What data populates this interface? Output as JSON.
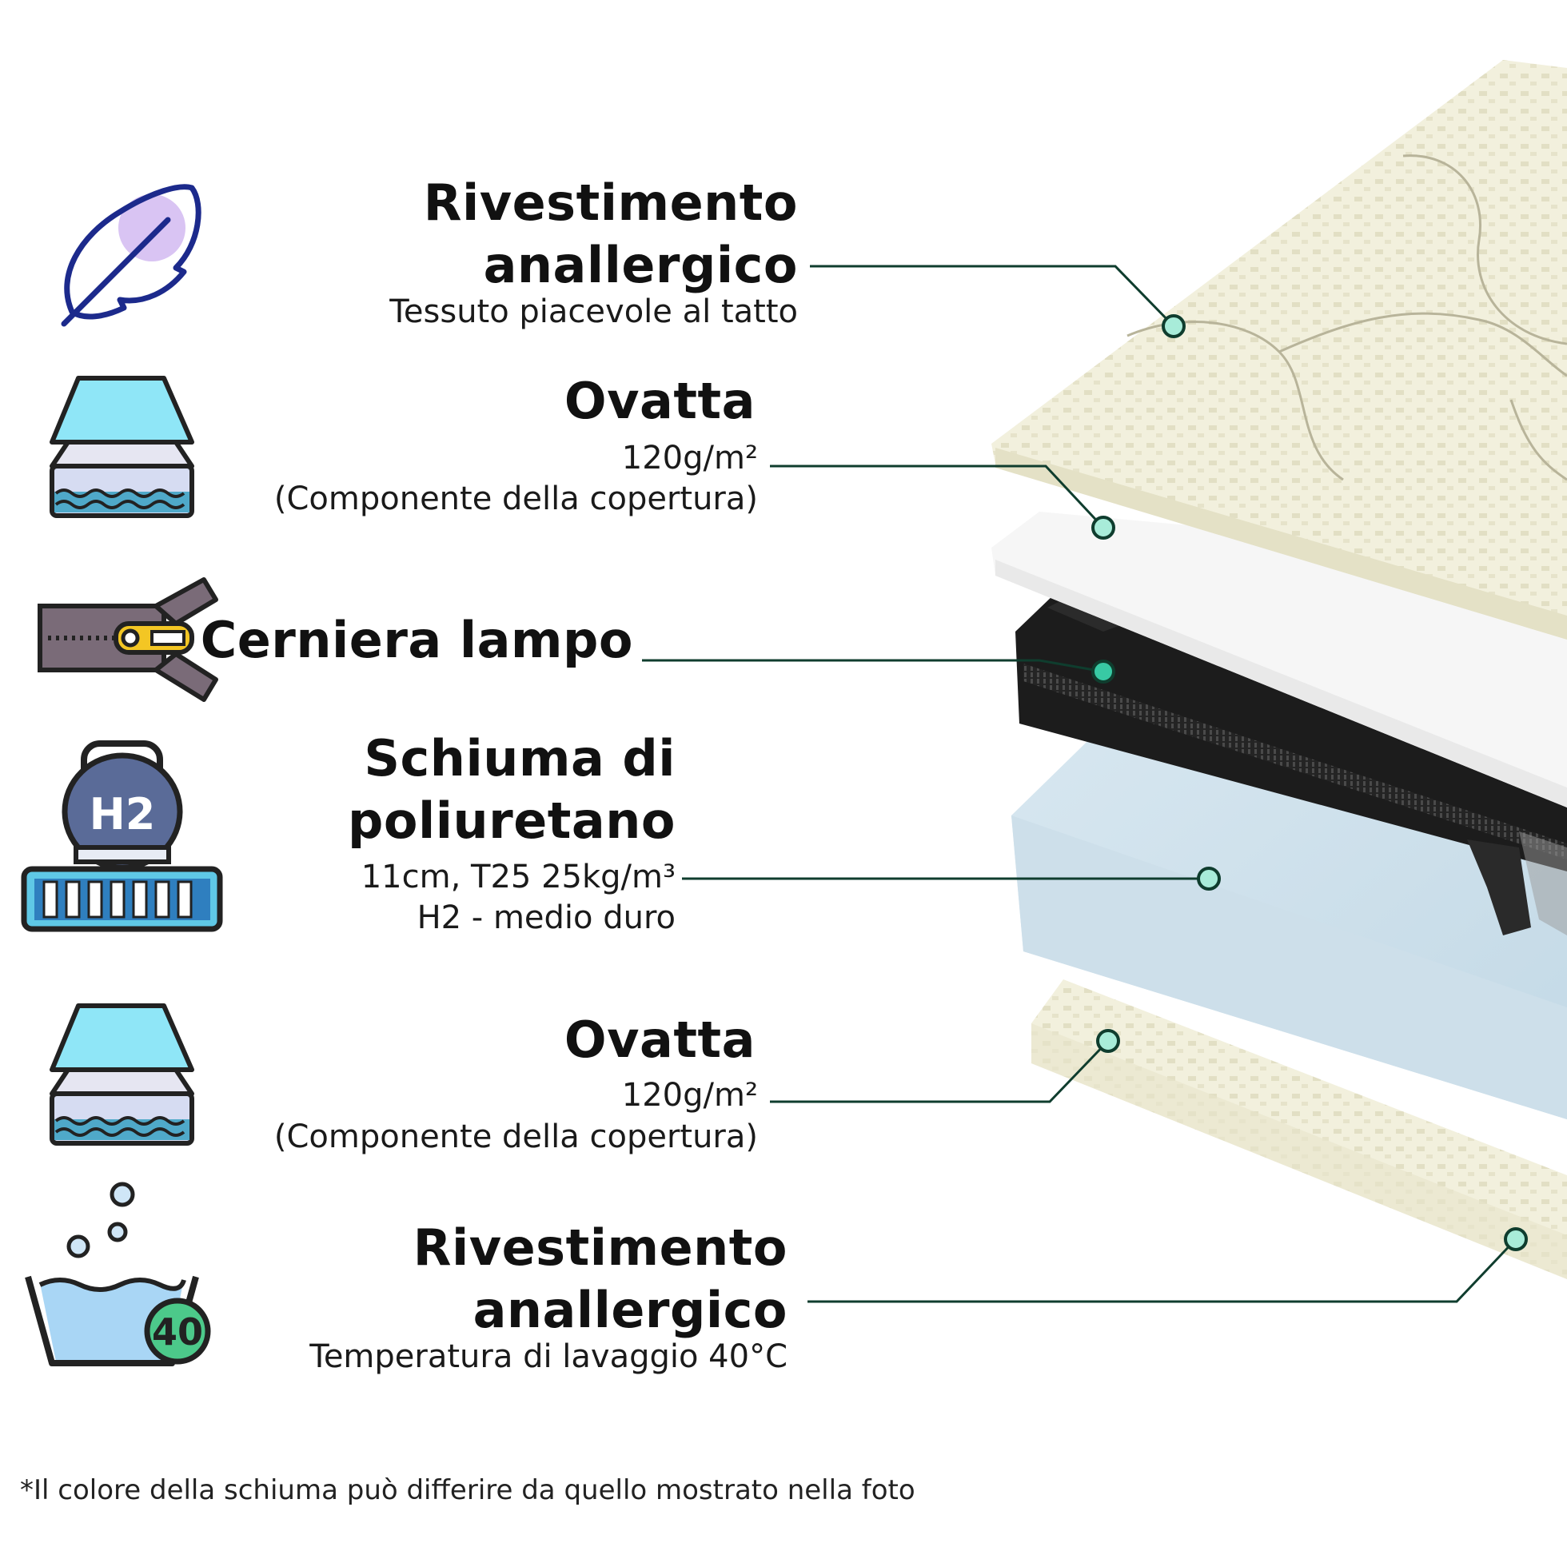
{
  "layers": [
    {
      "title1": "Rivestimento",
      "title2": "anallergico",
      "sub1": "Tessuto piacevole al tatto",
      "icon": "feather-icon"
    },
    {
      "title1": "Ovatta",
      "sub1": "120g/m²",
      "sub2": "(Componente della copertura)",
      "icon": "layers-icon"
    },
    {
      "title1": "Cerniera lampo",
      "icon": "zipper-icon"
    },
    {
      "title1": "Schiuma di",
      "title2": "poliuretano",
      "sub1": "11cm, T25 25kg/m³",
      "sub2": "H2 - medio duro",
      "icon": "kettlebell-icon",
      "badge": "H2"
    },
    {
      "title1": "Ovatta",
      "sub1": "120g/m²",
      "sub2": "(Componente della copertura)",
      "icon": "layers-icon"
    },
    {
      "title1": "Rivestimento",
      "title2": "anallergico",
      "sub1": "Temperatura di lavaggio 40°C",
      "icon": "wash-basin-icon",
      "badge": "40"
    }
  ],
  "footnote": "*Il colore della schiuma può differire da quello mostrato nella foto",
  "colors": {
    "leader_line": "#0f3d2e",
    "dot": "#38c9a4",
    "foam": "#cfe3ee",
    "cover": "#f1efdc",
    "zip": "#1f1f1f"
  }
}
